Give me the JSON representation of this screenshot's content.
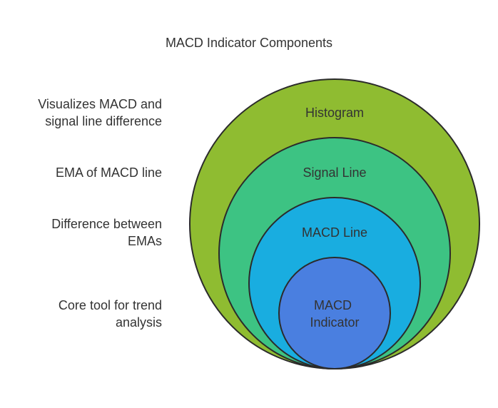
{
  "title": "MACD Indicator Components",
  "layers": [
    {
      "label": "Histogram",
      "description_lines": [
        "Visualizes MACD and",
        "signal line difference"
      ],
      "color": "#8fbc31"
    },
    {
      "label": "Signal Line",
      "description_lines": [
        "EMA of MACD line"
      ],
      "color": "#3dc383"
    },
    {
      "label": "MACD Line",
      "description_lines": [
        "Difference between",
        "EMAs"
      ],
      "color": "#19ade0"
    },
    {
      "label_lines": [
        "MACD",
        "Indicator"
      ],
      "description_lines": [
        "Core tool for trend",
        "analysis"
      ],
      "color": "#4a7fe0"
    }
  ],
  "outline_color": "#2b2b2b"
}
